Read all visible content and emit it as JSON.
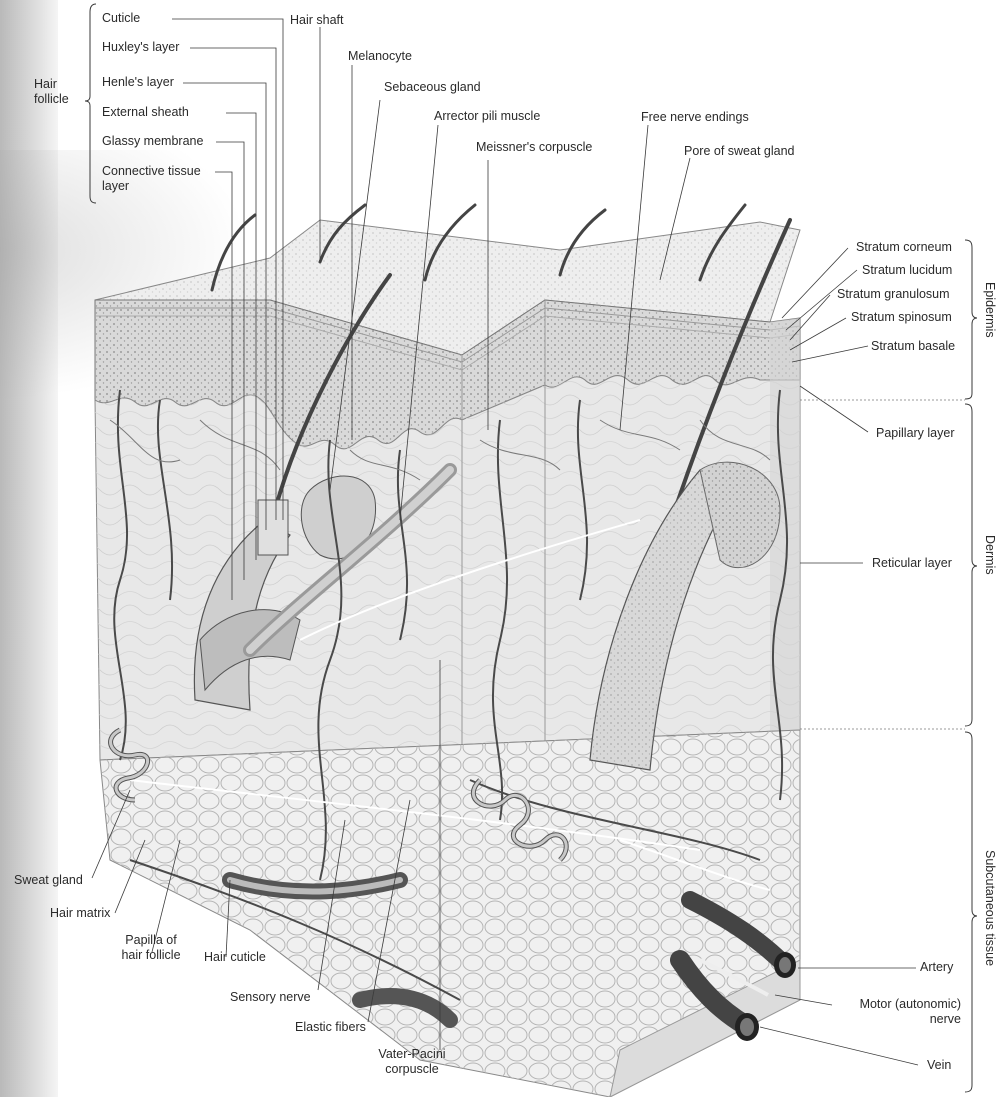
{
  "labels": {
    "hair_follicle": "Hair\nfollicle",
    "cuticle": "Cuticle",
    "huxleys_layer": "Huxley's layer",
    "henles_layer": "Henle's layer",
    "external_sheath": "External sheath",
    "glassy_membrane": "Glassy membrane",
    "connective_tissue_layer": "Connective tissue\nlayer",
    "hair_shaft": "Hair shaft",
    "melanocyte": "Melanocyte",
    "sebaceous_gland": "Sebaceous gland",
    "arrector_pili_muscle": "Arrector pili muscle",
    "meissners_corpuscle": "Meissner's corpuscle",
    "free_nerve_endings": "Free nerve endings",
    "pore_of_sweat_gland": "Pore of sweat gland",
    "stratum_corneum": "Stratum corneum",
    "stratum_lucidum": "Stratum lucidum",
    "stratum_granulosum": "Stratum granulosum",
    "stratum_spinosum": "Stratum spinosum",
    "stratum_basale": "Stratum basale",
    "papillary_layer": "Papillary layer",
    "reticular_layer": "Reticular layer",
    "artery": "Artery",
    "motor_nerve": "Motor (autonomic)\nnerve",
    "vein": "Vein",
    "sweat_gland": "Sweat gland",
    "hair_matrix": "Hair matrix",
    "papilla_of_hair_follicle": "Papilla of\nhair follicle",
    "hair_cuticle": "Hair cuticle",
    "sensory_nerve": "Sensory nerve",
    "elastic_fibers": "Elastic fibers",
    "vater_pacini_corpuscle": "Vater-Pacini\ncorpuscle"
  },
  "regions": {
    "epidermis": "Epidermis",
    "dermis": "Dermis",
    "subcutaneous_tissue": "Subcutaneous tissue"
  },
  "colors": {
    "label_text": "#2a2a2a",
    "leader_line": "#3a3a3a",
    "vessel": "#4a4a4a",
    "epidermis_fill": "#d6d6d6",
    "dermis_fill": "#e6e6e6",
    "fat_fill": "#ececec"
  }
}
